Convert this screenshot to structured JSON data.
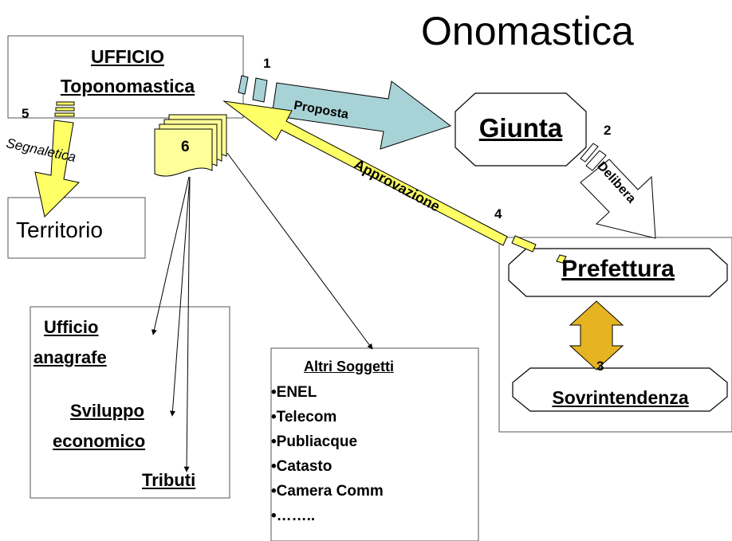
{
  "title": "Onomastica",
  "ufficio": {
    "line1": "UFFICIO",
    "line2": "Toponomastica"
  },
  "giunta": "Giunta",
  "prefettura": "Prefettura",
  "sovrintendenza": "Sovrintendenza",
  "territorio": "Territorio",
  "arrows": {
    "proposta": "Proposta",
    "delibera": "Delibera",
    "approvazione": "Approvazione",
    "segnaletica": "Segnaletica"
  },
  "steps": {
    "s1": "1",
    "s2": "2",
    "s3": "3",
    "s4": "4",
    "s5": "5",
    "s6": "6"
  },
  "offices": {
    "anagrafe_1": "Ufficio",
    "anagrafe_2": "anagrafe",
    "sviluppo_1": "Sviluppo",
    "sviluppo_2": "economico",
    "tributi": "Tributi"
  },
  "altri": {
    "title": "Altri Soggetti",
    "items": [
      "•ENEL",
      "•Telecom",
      "•Publiacque",
      "•Catasto",
      "•Camera Comm",
      "•…….."
    ]
  },
  "colors": {
    "proposta_arrow": "#a8d3d6",
    "yellow_arrow": "#ffff66",
    "doc_fill": "#ffff99",
    "double_arrow": "#e6b422"
  }
}
